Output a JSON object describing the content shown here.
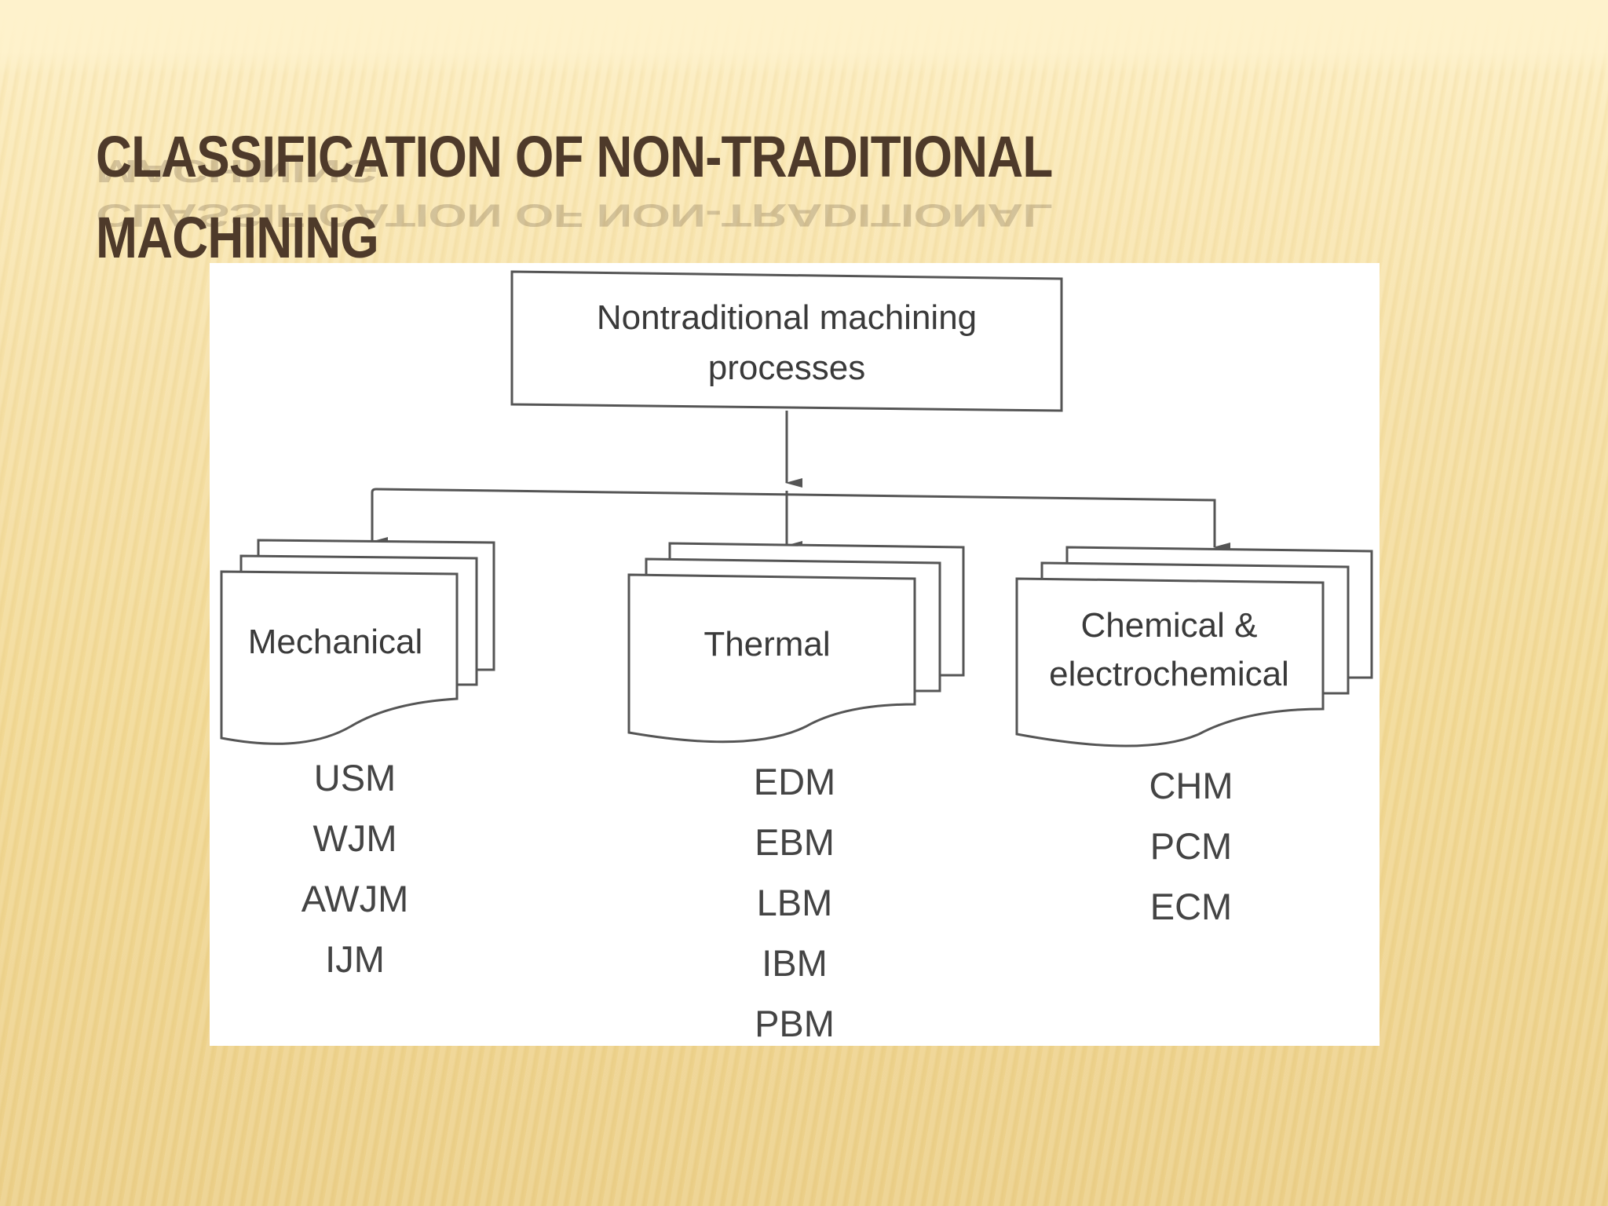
{
  "slide": {
    "title_line1": "CLASSIFICATION OF NON-TRADITIONAL",
    "title_line2": "MACHINING",
    "title_color": "#4e3a2a",
    "background_color": "#f2d995"
  },
  "diagram": {
    "root": {
      "line1": "Nontraditional machining",
      "line2": "processes"
    },
    "categories": [
      {
        "label_line1": "Mechanical",
        "label_line2": "",
        "processes": [
          "USM",
          "WJM",
          "AWJM",
          "IJM"
        ]
      },
      {
        "label_line1": "Thermal",
        "label_line2": "",
        "processes": [
          "EDM",
          "EBM",
          "LBM",
          "IBM",
          "PBM"
        ]
      },
      {
        "label_line1": "Chemical &",
        "label_line2": "electrochemical",
        "processes": [
          "CHM",
          "PCM",
          "ECM"
        ]
      }
    ]
  }
}
